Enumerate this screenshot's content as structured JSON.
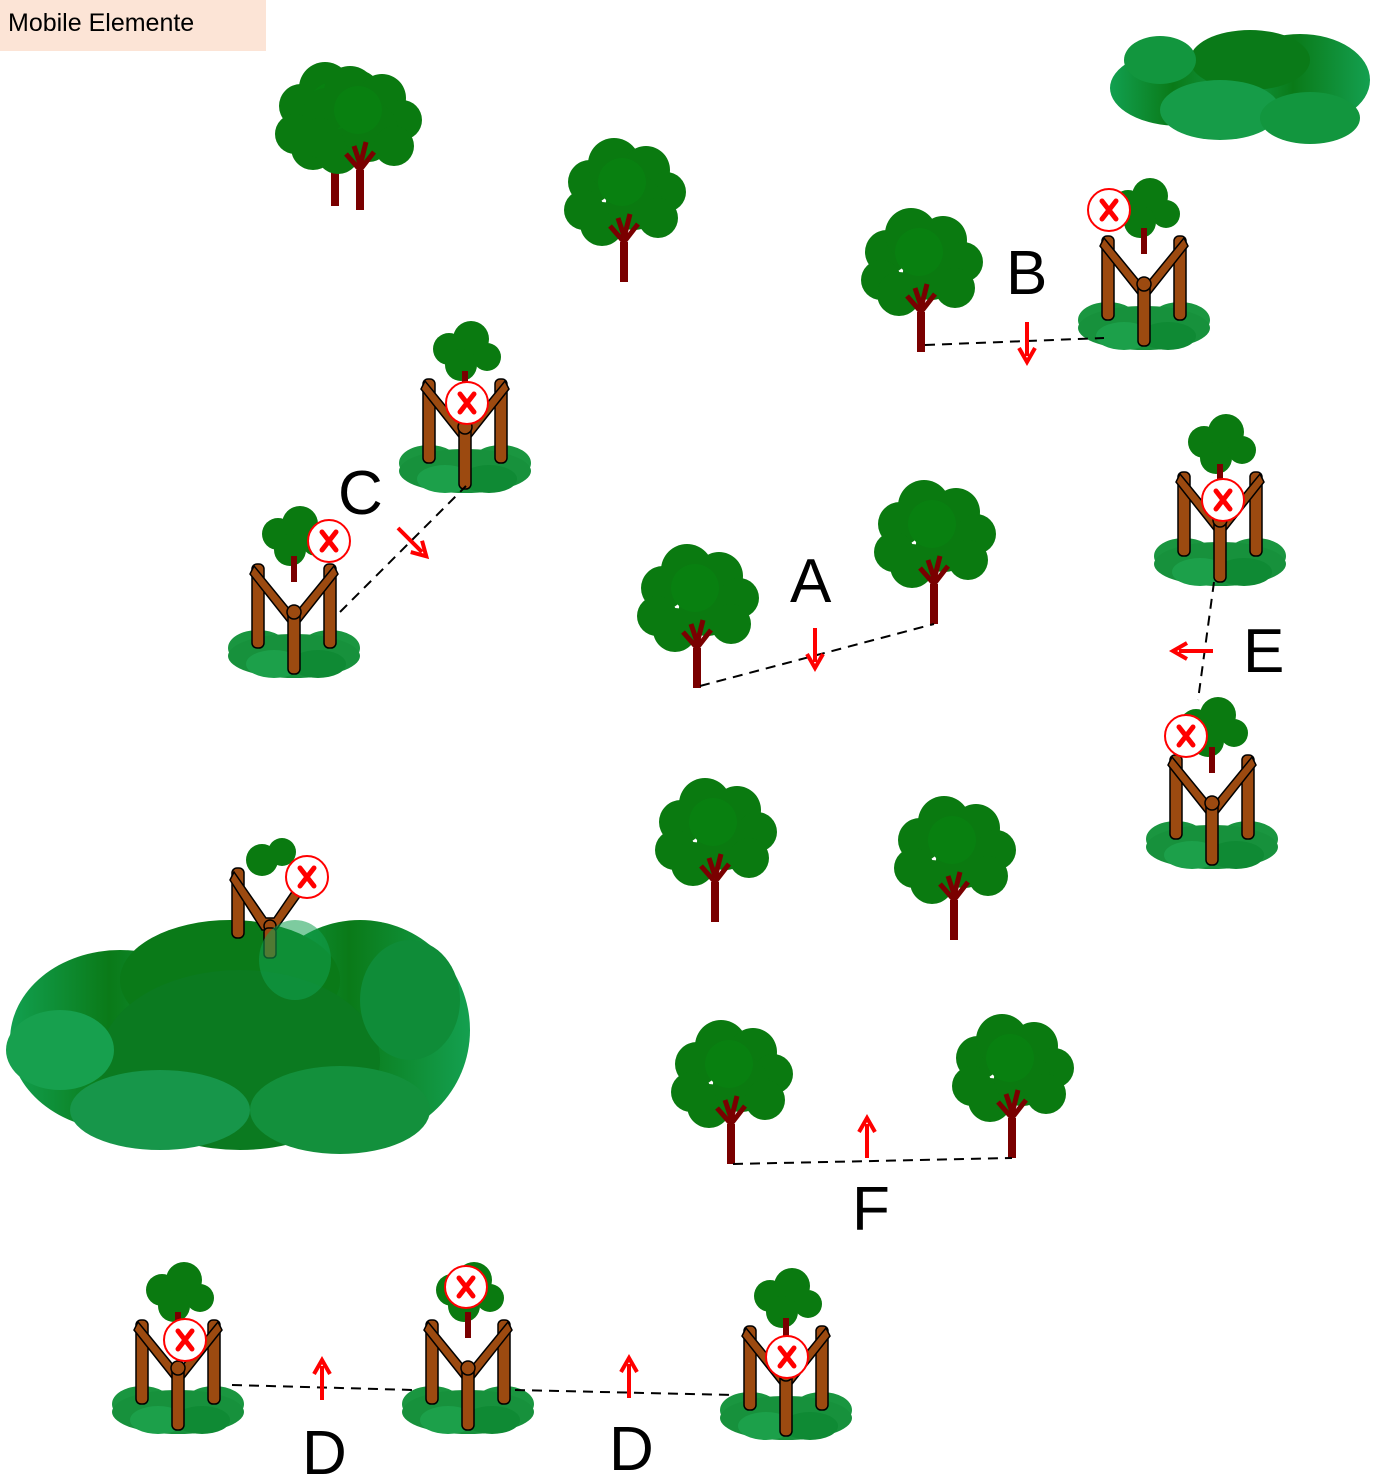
{
  "title": "Mobile Elemente",
  "labels": {
    "a": "A",
    "b": "B",
    "c": "C",
    "d1": "D",
    "d2": "D",
    "e": "E",
    "f": "F"
  },
  "marker_text": "X",
  "colors": {
    "title_bg": "#fce4d6",
    "foliage": "#0a7a10",
    "foliage_dark": "#066b0c",
    "trunk": "#7a0000",
    "hide_wood": "#9c4a10",
    "bush": "#1a9640",
    "arrow": "#ff0000",
    "marker_ring": "#ff0000",
    "line": "#000000"
  },
  "icons": {
    "tree": "tree-icon",
    "hide": "raised-hide-icon",
    "bush": "bush-icon",
    "marker": "x-marker-icon",
    "arrow": "arrow-icon"
  }
}
